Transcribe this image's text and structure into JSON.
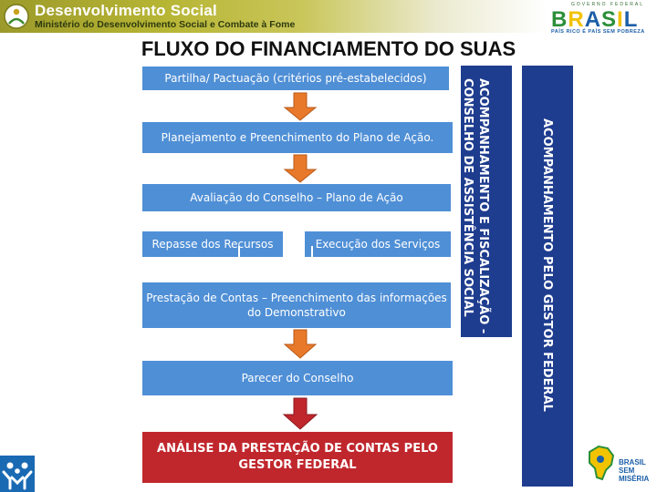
{
  "header": {
    "title": "Desenvolvimento Social",
    "subtitle": "Ministério do Desenvolvimento Social e Combate à Fome"
  },
  "gov_logo": {
    "top": "GOVERNO FEDERAL",
    "letters": [
      "B",
      "R",
      "A",
      "S",
      "I",
      "L"
    ],
    "tagline": "PAÍS RICO É PAÍS SEM POBREZA"
  },
  "title": "FLUXO DO FINANCIAMENTO DO SUAS",
  "flow": {
    "partilha": "Partilha/ Pactuação  (critérios pré-estabelecidos)",
    "planejamento": "Planejamento e Preenchimento do Plano de Ação.",
    "avaliacao": "Avaliação  do Conselho – Plano de Ação",
    "repasse": "Repasse dos Recursos",
    "execucao": "Execução dos Serviços",
    "prestacao": "Prestação de Contas – Preenchimento das informações do Demonstrativo",
    "parecer": "Parecer do Conselho",
    "analise": "ANÁLISE DA PRESTAÇÃO DE CONTAS PELO GESTOR FEDERAL"
  },
  "sidebars": {
    "left_line1": "ACOMPANHAMENTO E FISCALIZAÇÃO -",
    "left_line2": "CONSELHO  DE ASSISTÊNCIA SOCIAL",
    "right": "ACOMPANHAMENTO PELO GESTOR FEDERAL"
  },
  "footer_logo": {
    "line1": "BRASIL",
    "line2": "SEM",
    "line3": "MISÉRIA"
  },
  "colors": {
    "box_blue": "#4f8fd6",
    "box_red": "#c0272d",
    "sidebar_navy": "#1f3d8f",
    "arrow_orange": "#e8792a",
    "arrow_red": "#c0272d"
  }
}
